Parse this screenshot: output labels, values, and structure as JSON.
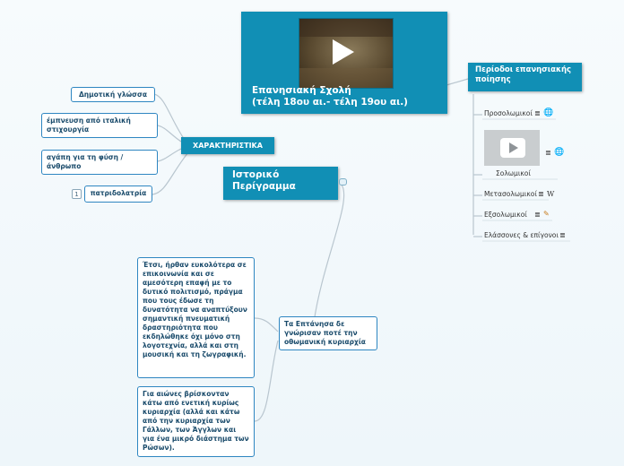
{
  "central": {
    "title_line1": "Επανησιακή Σχολή",
    "title_line2": "(τέλη 18ου αι.- τέλη 19ου αι.)"
  },
  "features": {
    "label": "ΧΑΡΑΚΤΗΡΙΣΤΙΚΑ",
    "items": [
      {
        "text": "Δημοτική γλώσσα"
      },
      {
        "text": "έμπνευση από ιταλική στιχουργία"
      },
      {
        "text": "αγάπη για τη φύση / άνθρωπο"
      },
      {
        "text": "πατριδολατρία",
        "badge": "1"
      }
    ]
  },
  "history": {
    "label": "Ιστορικό Περίγραμμα",
    "branch": "Τα Επτάνησα δε γνώρισαν ποτέ την οθωμανική κυριαρχία",
    "notes": [
      "Έτσι, ήρθαν ευκολότερα σε επικοινωνία και σε αμεσότερη επαφή με το δυτικό πολιτισμό, πράγμα που τους έδωσε τη δυνατότητα να αναπτύξουν σημαντική πνευματική δραστηριότητα που εκδηλώθηκε όχι μόνο στη λογοτεχνία, αλλά και στη μουσική και τη ζωγραφική.",
      "Για αιώνες βρίσκονταν κάτω από ενετική κυρίως κυριαρχία (αλλά και κάτω από την κυριαρχία των Γάλλων, των Άγγλων και για ένα μικρό διάστημα των Ρώσων)."
    ]
  },
  "periods": {
    "label": "Περίοδοι επανησιακής ποίησης",
    "items": [
      {
        "text": "Προσολωμικοί",
        "icons": [
          "notes-icon",
          "globe-icon"
        ]
      },
      {
        "text": "Σολωμικοί",
        "icons": [
          "notes-icon",
          "globe-icon"
        ],
        "video": true
      },
      {
        "text": "Μετασολωμικοί",
        "icons": [
          "notes-icon",
          "wikipedia-icon"
        ]
      },
      {
        "text": "Εξσολωμικοί",
        "icons": [
          "notes-icon",
          "pencil-icon"
        ]
      },
      {
        "text": "Ελάσσονες & επίγονοι",
        "icons": [
          "notes-icon"
        ]
      }
    ]
  },
  "colors": {
    "node_dark": "#118fb5",
    "line": "#b9c6cf",
    "border": "#2e86c1"
  }
}
